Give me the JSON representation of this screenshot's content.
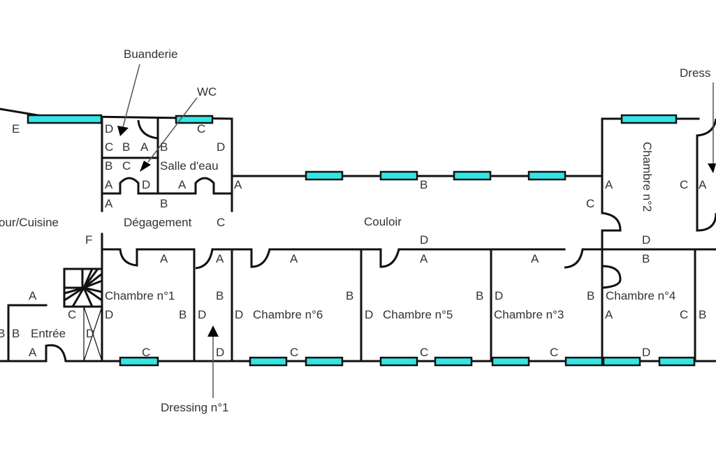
{
  "plan": {
    "window_color": "#33e6e6",
    "rooms": {
      "sejour": "our/Cuisine",
      "buanderie": "Buanderie",
      "wc": "WC",
      "salle_eau": "Salle d'eau",
      "degagement": "Dégagement",
      "couloir": "Couloir",
      "entree": "Entrée",
      "chambre1": "Chambre n°1",
      "chambre2": "Chambre n°2",
      "chambre3": "Chambre n°3",
      "chambre4": "Chambre n°4",
      "chambre5": "Chambre n°5",
      "chambre6": "Chambre n°6",
      "dressing1": "Dressing n°1",
      "dressing2": "Dress"
    },
    "wall_letters": {
      "E": "E",
      "F": "F",
      "A": "A",
      "B": "B",
      "C": "C",
      "D": "D"
    }
  }
}
